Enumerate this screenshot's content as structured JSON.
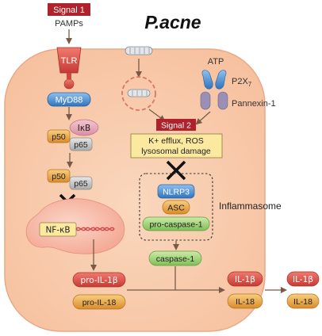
{
  "title": "P.acne",
  "signal1": {
    "label": "Signal 1",
    "sublabel": "PAMPs"
  },
  "signal2": {
    "label": "Signal 2",
    "trigger_line1": "K+ efflux, ROS",
    "trigger_line2": "lysosomal damage"
  },
  "receptors": {
    "tlr": "TLR",
    "myd88": "MyD88",
    "atp": "ATP",
    "p2x7": "P2X",
    "p2x7_sub": "7",
    "pannexin": "Pannexin-1"
  },
  "nfkb_pathway": {
    "p50_a": "p50",
    "p65_a": "p65",
    "ikb": "IκB",
    "p50_b": "p50",
    "p65_b": "p65",
    "nfkb": "NF-κB"
  },
  "inflammasome": {
    "title": "Inflammasome",
    "nlrp3": "NLRP3",
    "asc": "ASC",
    "procaspase": "pro-caspase-1",
    "caspase": "caspase-1"
  },
  "cytokines": {
    "pro_il1b": "pro-IL-1β",
    "pro_il18": "pro-IL-18",
    "il1b_in": "IL-1β",
    "il18_in": "IL-18",
    "il1b_out": "IL-1β",
    "il18_out": "IL-18"
  },
  "colors": {
    "cell_fill": "#f8c9a8",
    "signal_red": "#b0222b",
    "box_yellow": "#fbe9a0",
    "green": "#9ed27a",
    "blue": "#4a8fd0",
    "orange": "#f3a64a",
    "red": "#e2554b",
    "gray": "#c9c9c9"
  }
}
